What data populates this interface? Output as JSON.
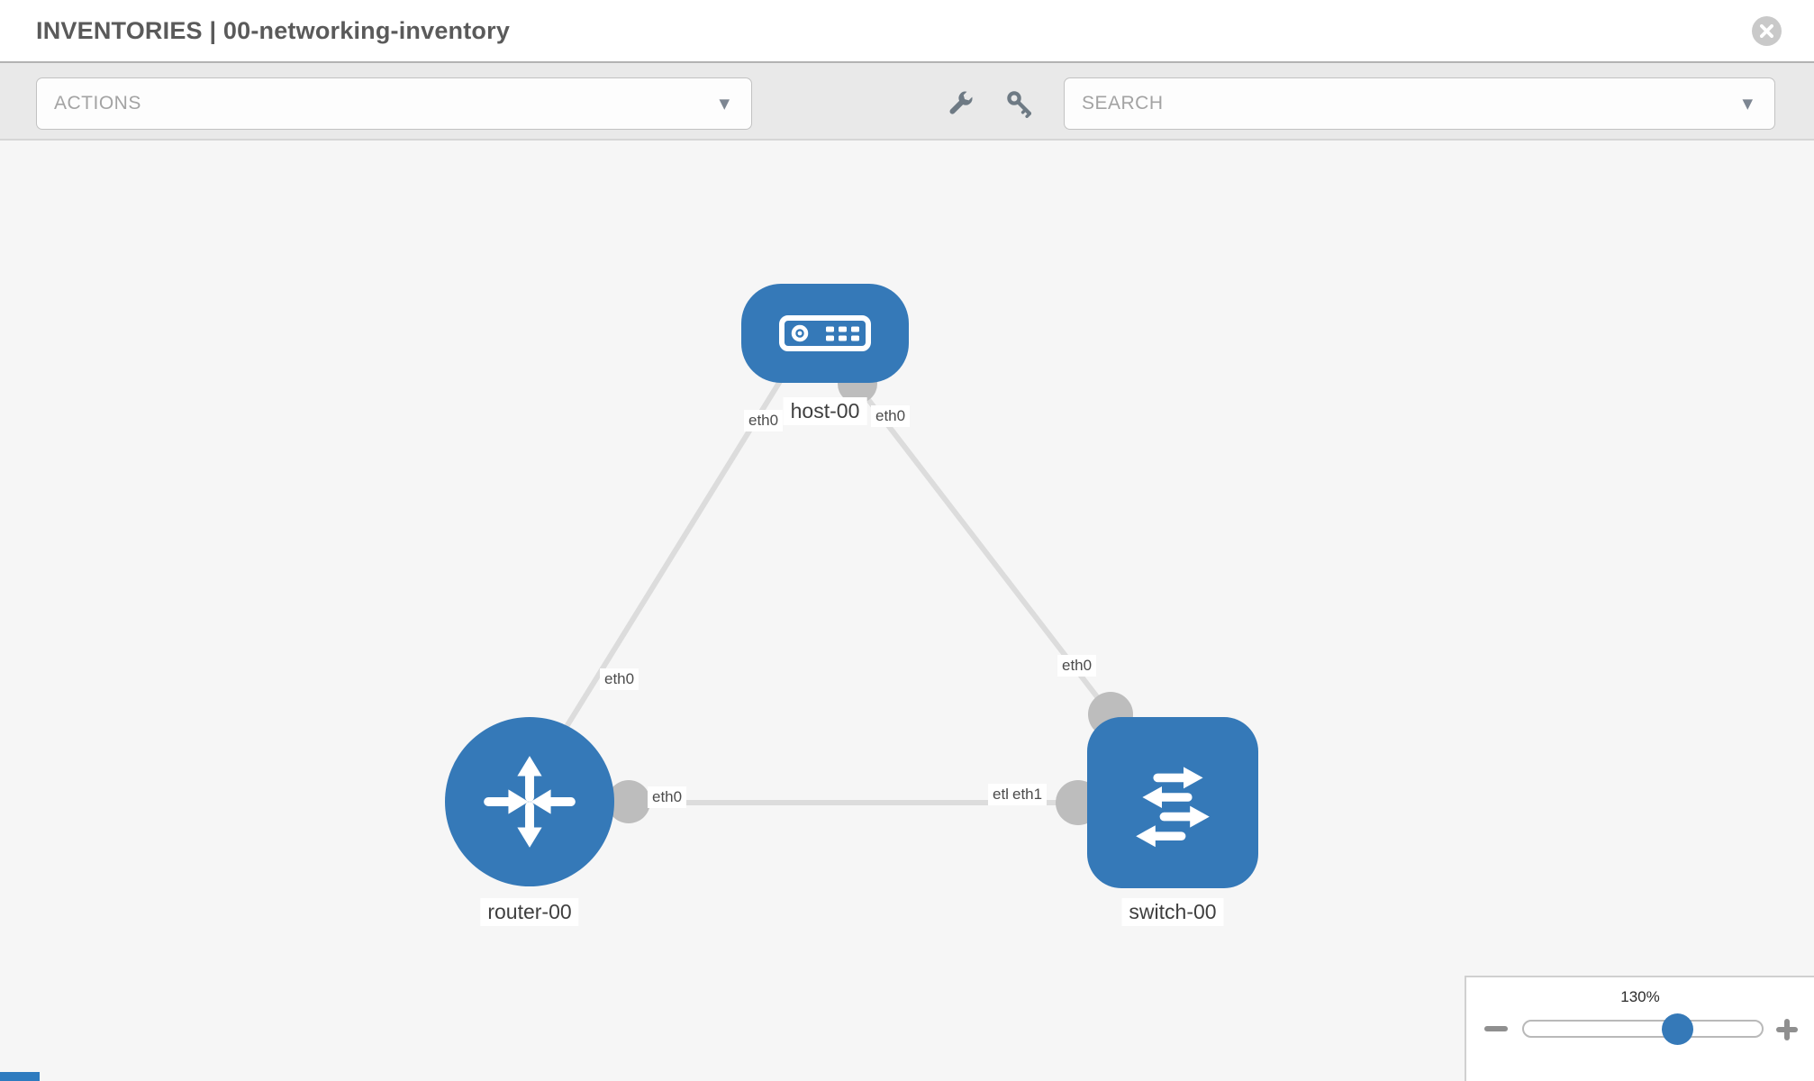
{
  "header": {
    "title": "INVENTORIES | 00-networking-inventory"
  },
  "toolbar": {
    "actions_label": "ACTIONS",
    "search_label": "SEARCH"
  },
  "icons": {
    "chevron_down": "▼",
    "close": "x-circle",
    "wrench": "wrench",
    "key": "key"
  },
  "topology": {
    "nodes": [
      {
        "name": "host-00",
        "type": "host",
        "icon": "host-icon"
      },
      {
        "name": "router-00",
        "type": "router",
        "icon": "router-icon"
      },
      {
        "name": "switch-00",
        "type": "switch",
        "icon": "switch-icon"
      }
    ],
    "links": [
      {
        "source": "host-00",
        "source_if": "eth0",
        "target": "router-00",
        "target_if": "eth0"
      },
      {
        "source": "host-00",
        "source_if": "eth0",
        "target": "switch-00",
        "target_if": "eth0"
      },
      {
        "source": "router-00",
        "source_if": "eth0",
        "target": "switch-00",
        "target_if": "eth1"
      }
    ],
    "overlapped_label": "eth0"
  },
  "zoom_control": {
    "value": "130%"
  },
  "colors": {
    "node_blue": "#3579b8",
    "edge_gray": "#dcdcdc",
    "bubble_gray": "#bdbdbd",
    "canvas_bg": "#f6f6f6",
    "toolbar_bg": "#e9e9e9",
    "title_text": "#5a5a5a"
  }
}
